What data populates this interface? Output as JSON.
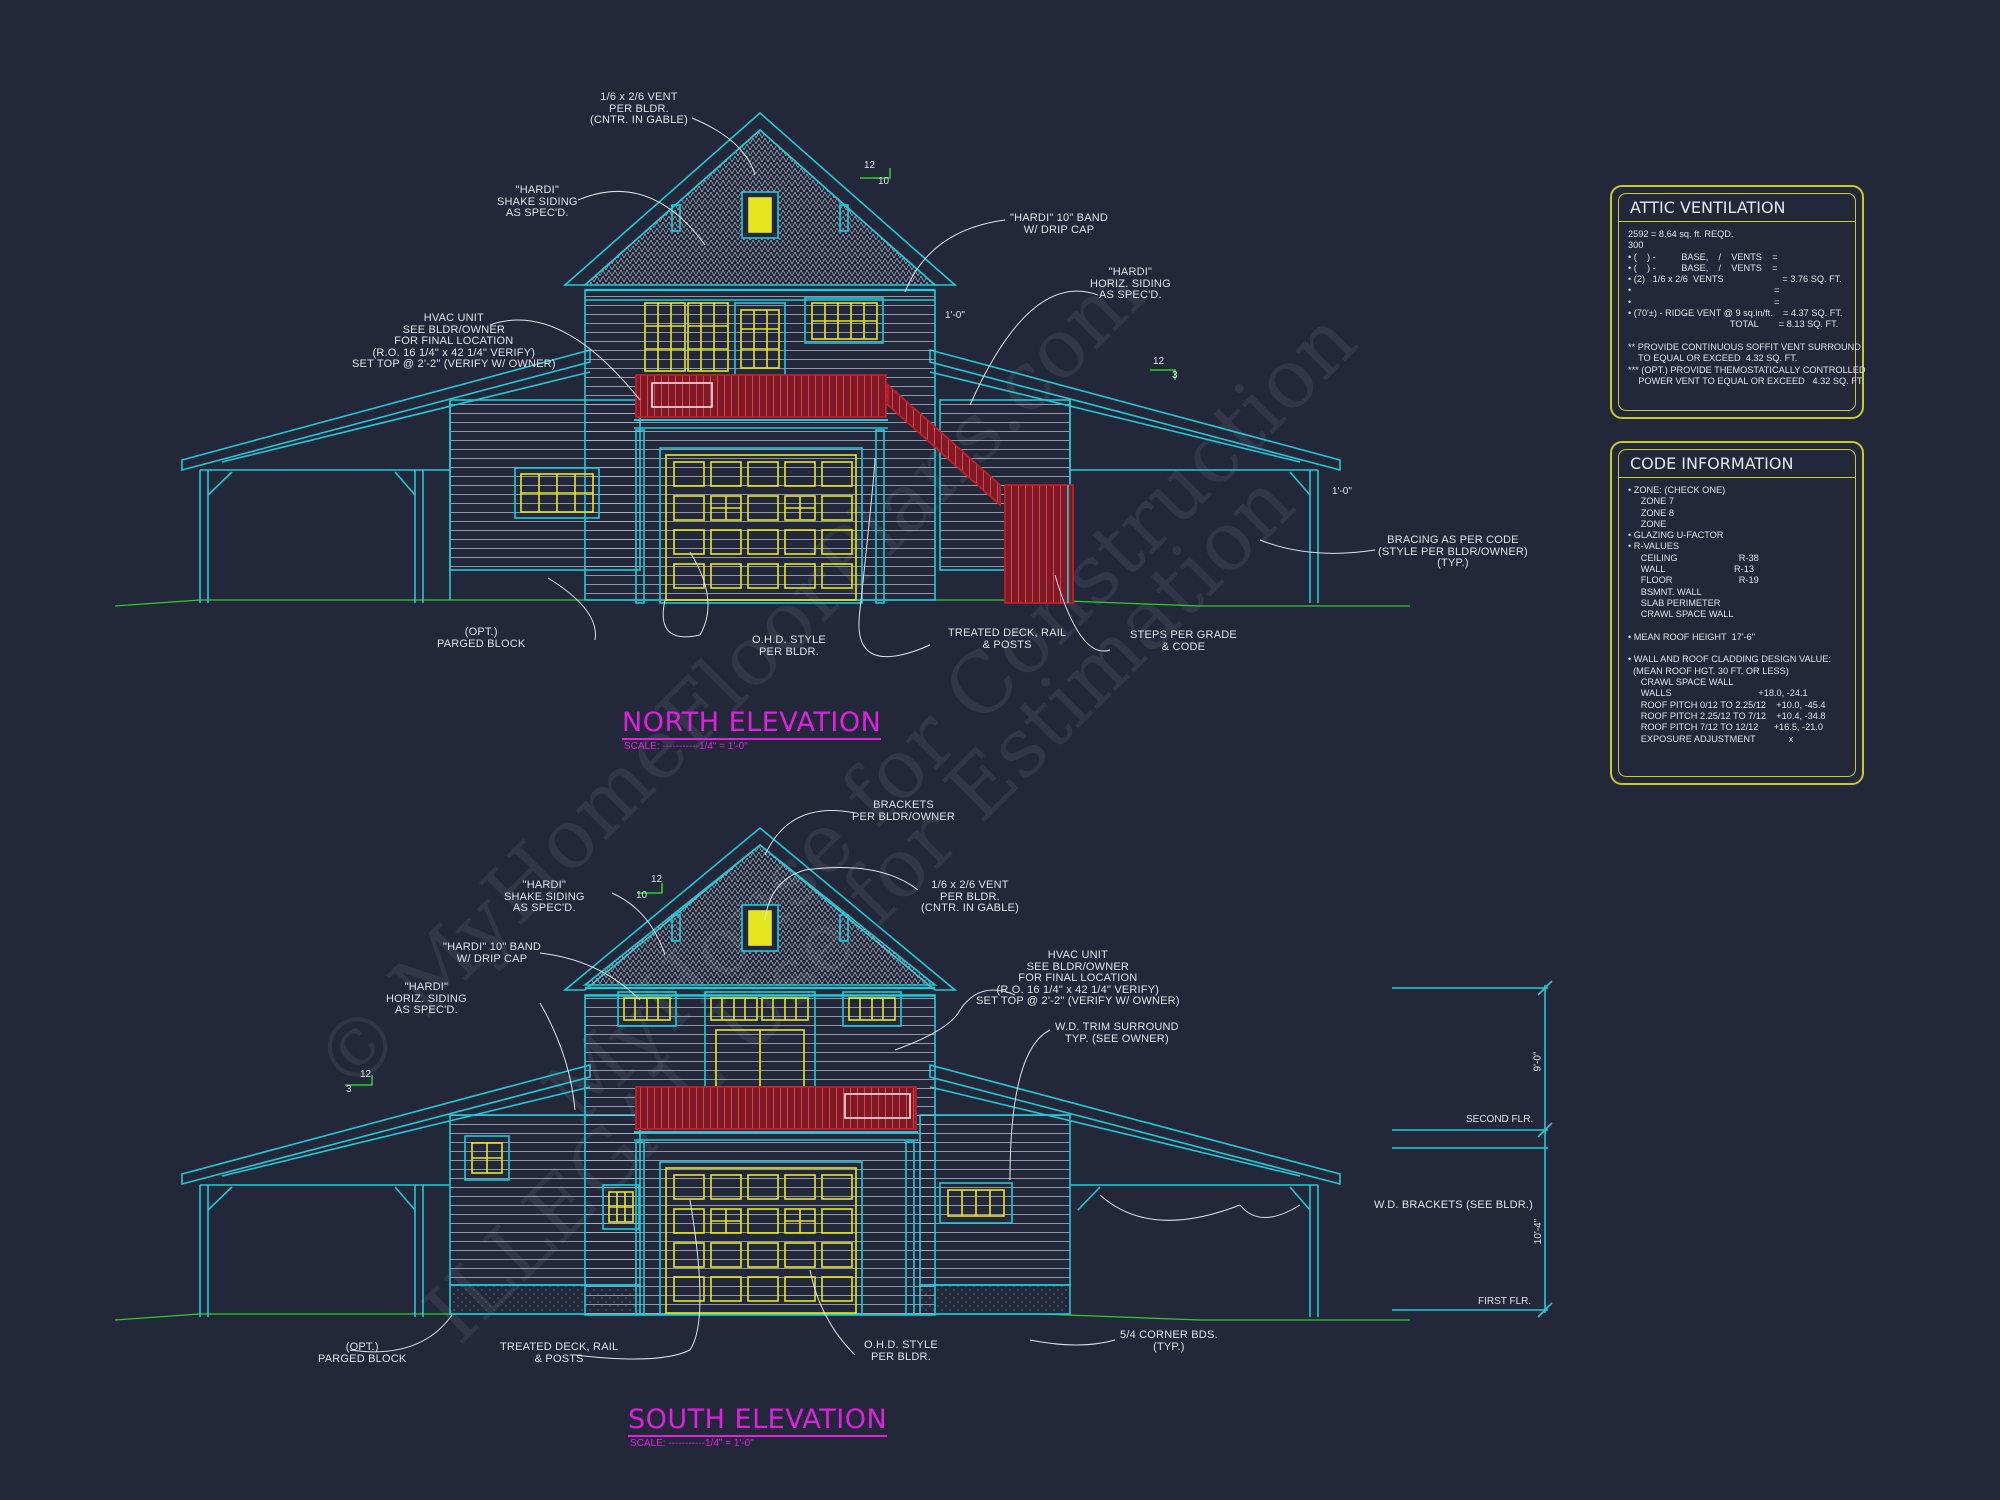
{
  "watermark": [
    "© MyHomeFloorPlans.com",
    "MyHouse for Construction",
    "ILLEGAL Use for Estimation"
  ],
  "colors": {
    "background": "#22283a",
    "walls": "#1fc9d8",
    "siding": "#c9ccd6",
    "windows": "#e6e620",
    "deck": "#c01e2a",
    "titles": "#e020e0",
    "ground": "#2ecc2e",
    "frame": "#c9c929"
  },
  "north": {
    "title": "NORTH ELEVATION",
    "scale": "SCALE: -----------1/4\" = 1'-0\"",
    "pitch_a": [
      "12",
      "10"
    ],
    "pitch_b": [
      "12",
      "3"
    ],
    "dim_right": "1'-0\"",
    "dim_overhang": "1'-0\"",
    "labels": {
      "vent": "1/6 x 2/6 VENT\nPER BLDR.\n(CNTR. IN GABLE)",
      "shake": "\"HARDI\"\nSHAKE SIDING\nAS SPEC'D.",
      "band": "\"HARDI\" 10\" BAND\nW/ DRIP CAP",
      "horiz": "\"HARDI\"\nHORIZ. SIDING\nAS SPEC'D.",
      "hvac": "HVAC UNIT\nSEE BLDR/OWNER\nFOR FINAL LOCATION\n(R.O. 16 1/4\" x 42 1/4\" VERIFY)\nSET TOP @ 2'-2\" (VERIFY W/ OWNER)",
      "bracing": "BRACING AS PER CODE\n(STYLE PER BLDR/OWNER)\n(TYP.)",
      "parged": "(OPT.)\nPARGED BLOCK",
      "ohd": "O.H.D. STYLE\nPER BLDR.",
      "deck": "TREATED DECK, RAIL\n& POSTS",
      "steps": "STEPS PER GRADE\n& CODE"
    }
  },
  "south": {
    "title": "SOUTH ELEVATION",
    "scale": "SCALE: -----------1/4\" = 1'-0\"",
    "pitch_a": [
      "12",
      "10"
    ],
    "pitch_b": [
      "12",
      "3"
    ],
    "labels": {
      "brackets": "BRACKETS\nPER BLDR/OWNER",
      "shake": "\"HARDI\"\nSHAKE SIDING\nAS SPEC'D.",
      "vent": "1/6 x 2/6 VENT\nPER BLDR.\n(CNTR. IN GABLE)",
      "band": "\"HARDI\" 10\" BAND\nW/ DRIP CAP",
      "horiz": "\"HARDI\"\nHORIZ. SIDING\nAS SPEC'D.",
      "hvac": "HVAC UNIT\nSEE BLDR/OWNER\nFOR FINAL LOCATION\n(R.O. 16 1/4\" x 42 1/4\" VERIFY)\nSET TOP @ 2'-2\" (VERIFY W/ OWNER)",
      "trim": "W.D. TRIM SURROUND\nTYP. (SEE OWNER)",
      "wdbrackets": "W.D. BRACKETS (SEE BLDR.)",
      "parged": "(OPT.)\nPARGED BLOCK",
      "deck": "TREATED DECK, RAIL\n& POSTS",
      "ohd": "O.H.D. STYLE\nPER BLDR.",
      "corner": "5/4 CORNER BDS.\n(TYP.)"
    },
    "levels": {
      "second": "SECOND FLR.",
      "first": "FIRST FLR.",
      "upper_dim": "9'-0\"",
      "lower_dim": "10'-4\""
    }
  },
  "attic": {
    "title": "ATTIC VENTILATION",
    "lines": [
      "2592 = 8.64 sq. ft. REQD.",
      "300",
      "• (    ) -          BASE,    /    VENTS    =",
      "• (    ) -          BASE,    /    VENTS    =",
      "• (2)   1/6 x 2/6  VENTS                       = 3.76 SQ. FT.",
      "•                                                        =",
      "•                                                        =",
      "• (70'±) - RIDGE VENT @ 9 sq.in/ft.    = 4.37 SQ. FT.",
      "                                        TOTAL        = 8.13 SQ. FT.",
      "",
      "** PROVIDE CONTINUOUS SOFFIT VENT SURROUND",
      "    TO EQUAL OR EXCEED  4.32 SQ. FT.",
      "*** (OPT.) PROVIDE THEMOSTATICALLY CONTROLLED",
      "    POWER VENT TO EQUAL OR EXCEED   4.32 SQ. FT."
    ]
  },
  "code": {
    "title": "CODE INFORMATION",
    "lines": [
      "• ZONE: (CHECK ONE)",
      "     ZONE 7",
      "     ZONE 8",
      "     ZONE",
      "• GLAZING U-FACTOR",
      "• R-VALUES",
      "     CEILING                        R-38",
      "     WALL                           R-13",
      "     FLOOR                          R-19",
      "     BSMNT. WALL",
      "     SLAB PERIMETER",
      "     CRAWL SPACE WALL",
      "",
      "• MEAN ROOF HEIGHT  17'-6\"",
      "",
      "• WALL AND ROOF CLADDING DESIGN VALUE:",
      "  (MEAN ROOF HGT. 30 FT. OR LESS)",
      "     CRAWL SPACE WALL",
      "     WALLS                                  +18.0, -24.1",
      "     ROOF PITCH 0/12 TO 2.25/12    +10.0, -45.4",
      "     ROOF PITCH 2.25/12 TO 7/12    +10.4, -34.8",
      "     ROOF PITCH 7/12 TO 12/12      +16.5, -21.0",
      "     EXPOSURE ADJUSTMENT             x"
    ]
  }
}
